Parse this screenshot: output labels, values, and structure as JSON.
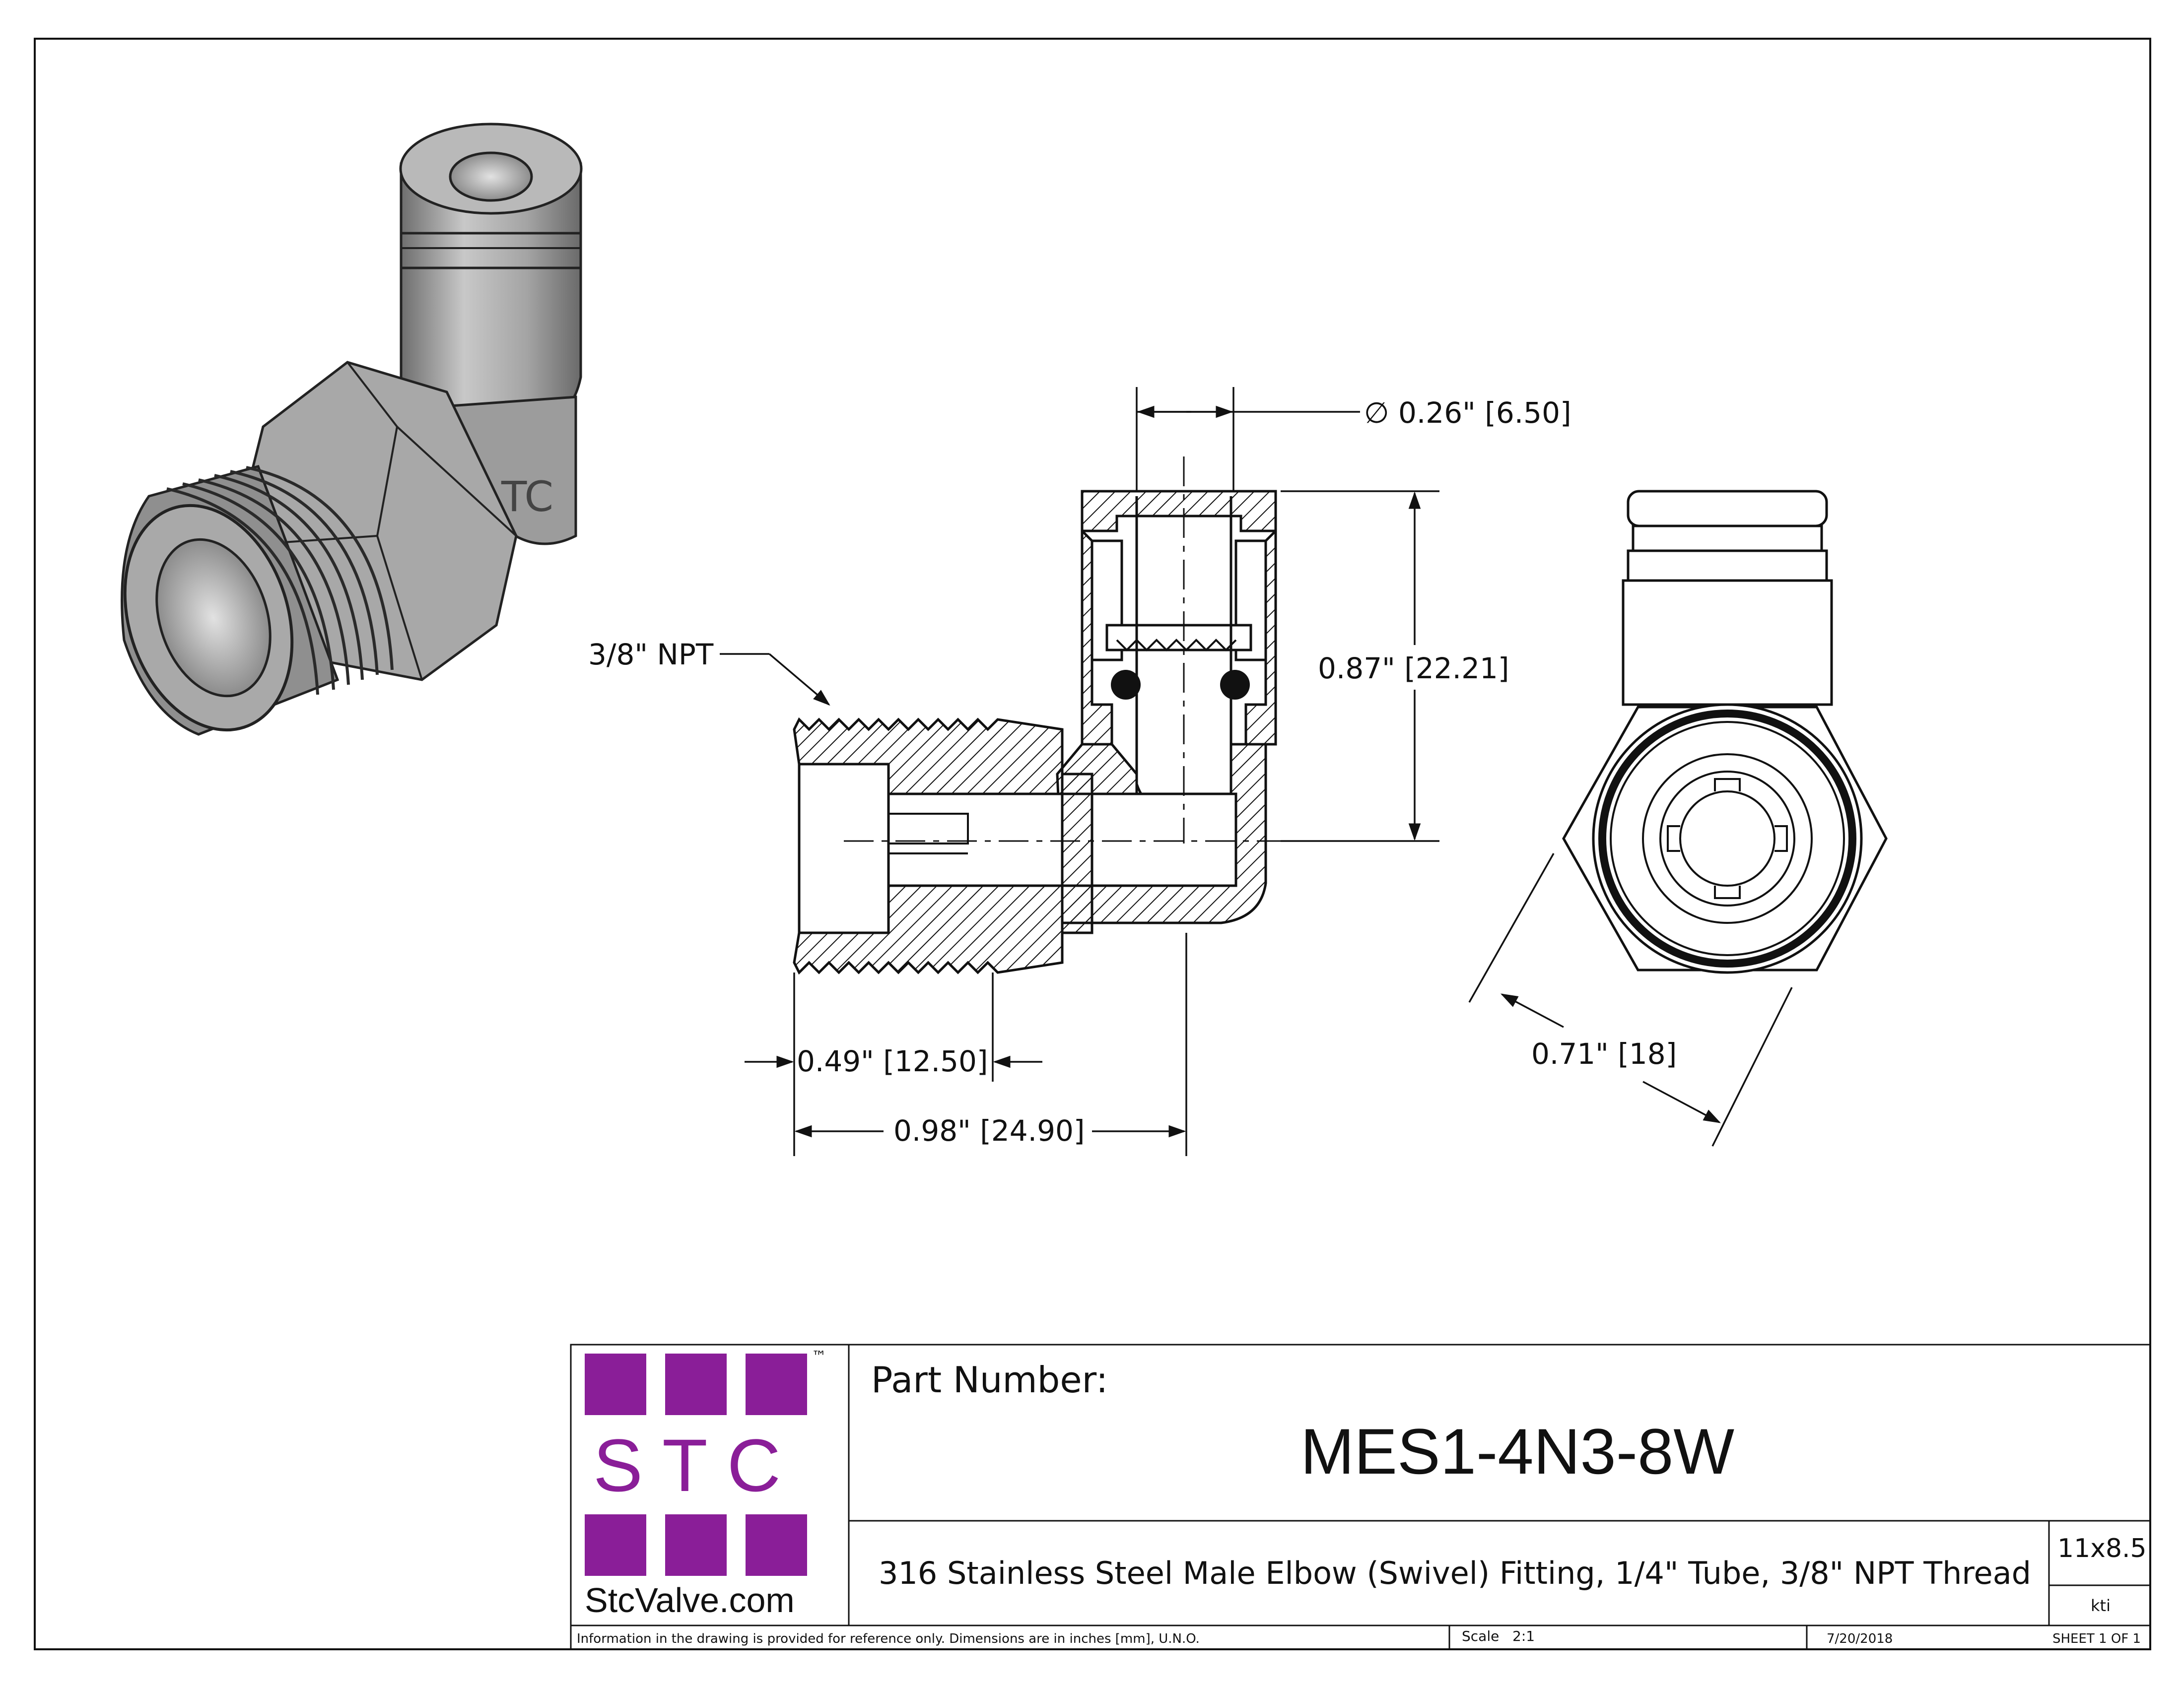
{
  "dimensions": {
    "diameter": "∅ 0.26\" [6.50]",
    "height": "0.87\" [22.21]",
    "thread_callout": "3/8\" NPT",
    "engagement": "0.49\" [12.50]",
    "length": "0.98\" [24.90]",
    "hex": "0.71\" [18]"
  },
  "iso_view": {
    "stamp": "TC"
  },
  "title_block": {
    "logo_letters": "S T C",
    "logo_tm": "™",
    "logo_url": "StcValve.com",
    "part_number_label": "Part Number:",
    "part_number": "MES1-4N3-8W",
    "description": "316 Stainless Steel Male Elbow (Swivel) Fitting, 1/4\" Tube, 3/8\" NPT Thread",
    "sheet_size": "11x8.5",
    "drawn_by": "kti",
    "note": "Information in the drawing is provided for reference only. Dimensions are in inches [mm], U.N.O.",
    "scale": "Scale   2:1",
    "date": "7/20/2018",
    "sheet": "SHEET 1 OF 1"
  },
  "colors": {
    "brand_purple": "#8a1e98",
    "line": "#111111",
    "part_grey": "#9a9a9a"
  }
}
